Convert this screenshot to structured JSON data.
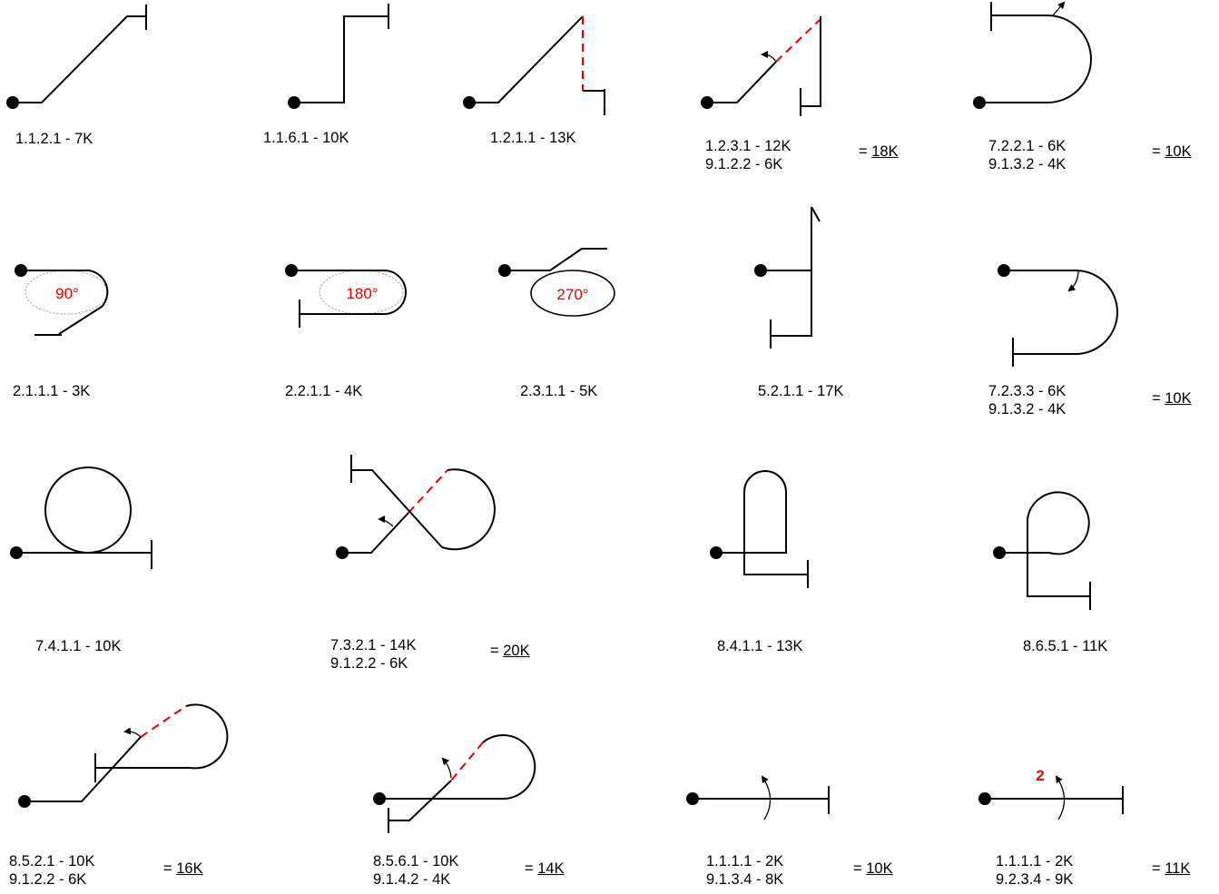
{
  "figures": [
    {
      "id": "f1",
      "lines": [
        "1.1.2.1 - 7K"
      ],
      "total": ""
    },
    {
      "id": "f2",
      "lines": [
        "1.1.6.1 - 10K"
      ],
      "total": ""
    },
    {
      "id": "f3",
      "lines": [
        "1.2.1.1 - 13K"
      ],
      "total": ""
    },
    {
      "id": "f4",
      "lines": [
        "1.2.3.1 - 12K",
        "9.1.2.2 - 6K"
      ],
      "total": "18K"
    },
    {
      "id": "f5",
      "lines": [
        "7.2.2.1 - 6K",
        "9.1.3.2 - 4K"
      ],
      "total": "10K"
    },
    {
      "id": "f6",
      "lines": [
        "2.1.1.1 - 3K"
      ],
      "total": "",
      "angle": "90°"
    },
    {
      "id": "f7",
      "lines": [
        "2.2.1.1 - 4K"
      ],
      "total": "",
      "angle": "180°"
    },
    {
      "id": "f8",
      "lines": [
        "2.3.1.1 - 5K"
      ],
      "total": "",
      "angle": "270°"
    },
    {
      "id": "f9",
      "lines": [
        "5.2.1.1 - 17K"
      ],
      "total": ""
    },
    {
      "id": "f10",
      "lines": [
        "7.2.3.3 - 6K",
        "9.1.3.2 - 4K"
      ],
      "total": "10K"
    },
    {
      "id": "f11",
      "lines": [
        "7.4.1.1 - 10K"
      ],
      "total": ""
    },
    {
      "id": "f12",
      "lines": [
        "7.3.2.1 - 14K",
        "9.1.2.2 - 6K"
      ],
      "total": "20K"
    },
    {
      "id": "f13",
      "lines": [
        "8.4.1.1 - 13K"
      ],
      "total": ""
    },
    {
      "id": "f14",
      "lines": [
        "8.6.5.1 - 11K"
      ],
      "total": ""
    },
    {
      "id": "f15",
      "lines": [
        "8.5.2.1 - 10K",
        "9.1.2.2 - 6K"
      ],
      "total": "16K"
    },
    {
      "id": "f16",
      "lines": [
        "8.5.6.1 - 10K",
        "9.1.4.2 - 4K"
      ],
      "total": "14K"
    },
    {
      "id": "f17",
      "lines": [
        "1.1.1.1 - 2K",
        "9.1.3.4 - 8K"
      ],
      "total": "10K"
    },
    {
      "id": "f18",
      "lines": [
        "1.1.1.1 - 2K",
        "9.2.3.4 - 9K"
      ],
      "total": "11K",
      "marker": "2"
    }
  ],
  "colors": {
    "line": "#000000",
    "accent": "#e60000",
    "guide": "#999999"
  },
  "equals_sign": "= "
}
